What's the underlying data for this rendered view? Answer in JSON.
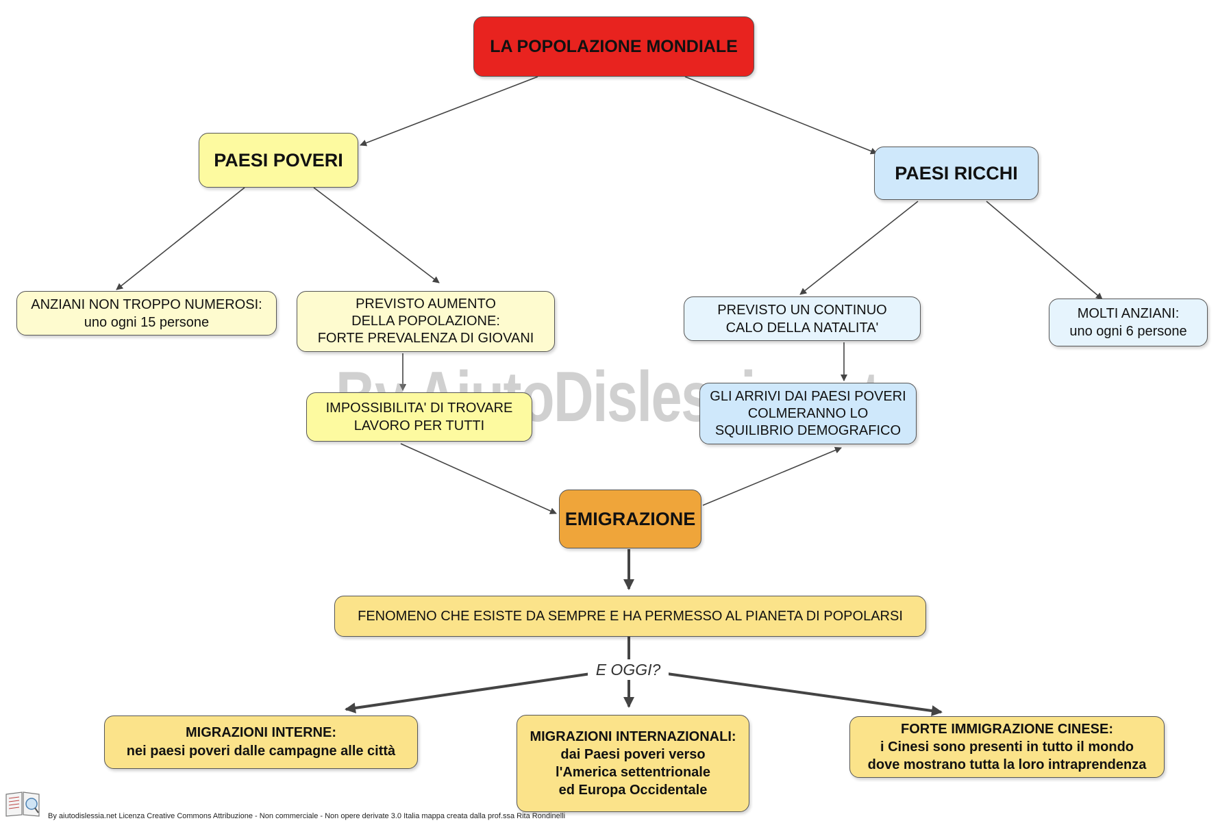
{
  "nodes": {
    "root": "LA POPOLAZIONE MONDIALE",
    "poor": "PAESI POVERI",
    "rich": "PAESI RICCHI",
    "poor_elderly": [
      "ANZIANI NON TROPPO NUMEROSI:",
      "uno ogni 15 persone"
    ],
    "poor_growth": [
      "PREVISTO AUMENTO",
      "DELLA POPOLAZIONE:",
      "FORTE PREVALENZA DI GIOVANI"
    ],
    "poor_work": [
      "IMPOSSIBILITA' DI TROVARE",
      "LAVORO PER TUTTI"
    ],
    "rich_birth": [
      "PREVISTO UN CONTINUO",
      "CALO DELLA NATALITA'"
    ],
    "rich_elderly": [
      "MOLTI ANZIANI:",
      "uno ogni 6 persone"
    ],
    "rich_arrivals": [
      "GLI ARRIVI DAI PAESI POVERI",
      "COLMERANNO LO",
      "SQUILIBRIO DEMOGRAFICO"
    ],
    "emigration": "EMIGRAZIONE",
    "phenomenon": "FENOMENO CHE ESISTE DA SEMPRE E HA PERMESSO AL PIANETA DI POPOLARSI",
    "internal": [
      "MIGRAZIONI INTERNE:",
      "nei paesi poveri dalle campagne alle città"
    ],
    "international": [
      "MIGRAZIONI INTERNAZIONALI:",
      "dai Paesi poveri verso",
      "l'America settentrionale",
      "ed Europa Occidentale"
    ],
    "chinese": [
      "FORTE IMMIGRAZIONE CINESE:",
      "i Cinesi sono presenti in tutto il mondo",
      "dove mostrano tutta la loro intraprendenza"
    ]
  },
  "edge_label": "E OGGI?",
  "watermark": "By AiutoDislessia.net",
  "footer": "By aiutodislessia.net Licenza Creative Commons Attribuzione - Non commerciale - Non opere derivate 3.0 Italia mappa creata dalla prof.ssa Rita Rondinelli",
  "colors": {
    "root": "#e8231f",
    "yellow": "#fdfaa0",
    "light_yellow": "#fefbcf",
    "blue": "#cfe8fb",
    "light_blue": "#e6f4fd",
    "orange": "#efa53a",
    "gold": "#fbe38a"
  }
}
